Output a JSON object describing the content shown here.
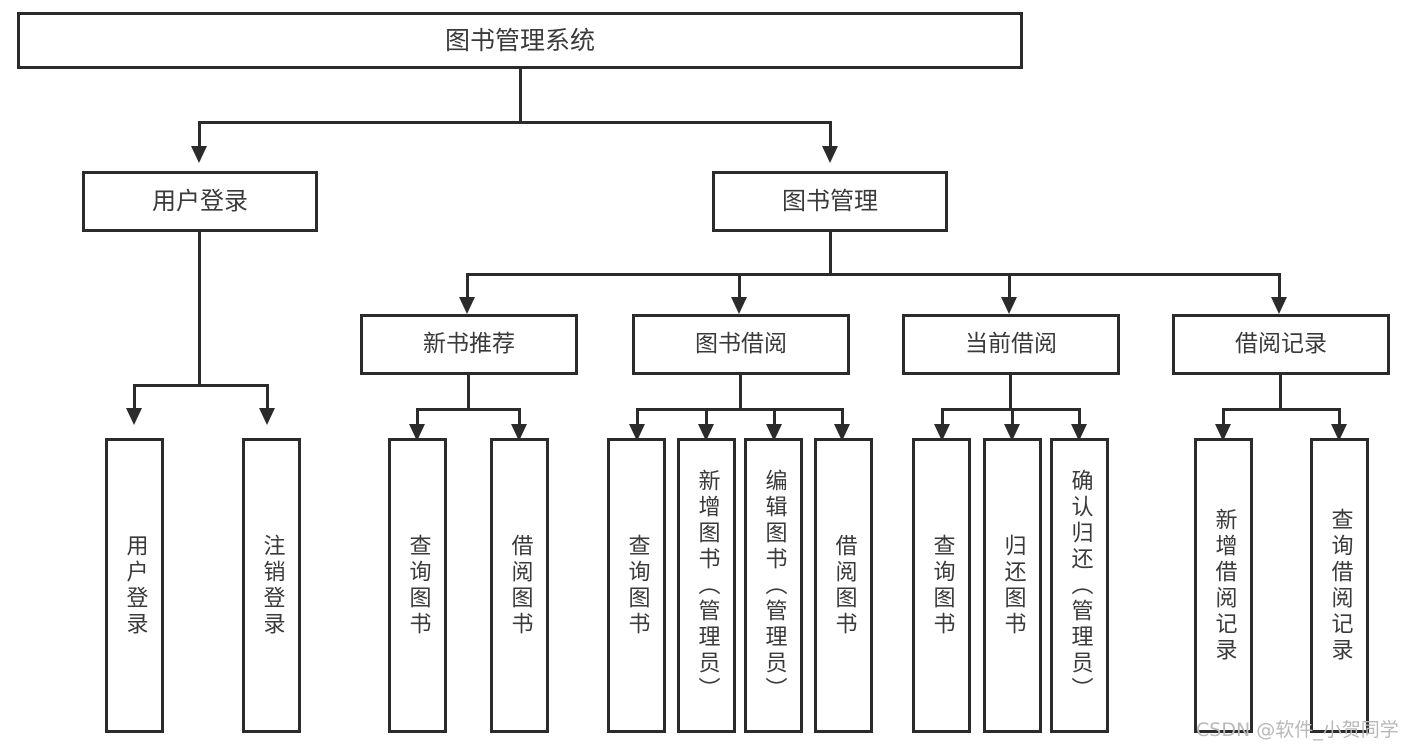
{
  "diagram": {
    "title": "图书管理系统",
    "watermark": "CSDN @软件_小贺同学",
    "colors": {
      "stroke": "#2b2b2b",
      "text": "#3a3a3a",
      "background": "#ffffff",
      "watermark": "#b9b9b9"
    },
    "root": {
      "label": "图书管理系统"
    },
    "level2": [
      {
        "label": "用户登录"
      },
      {
        "label": "图书管理"
      }
    ],
    "level3": [
      {
        "label": "新书推荐"
      },
      {
        "label": "图书借阅"
      },
      {
        "label": "当前借阅"
      },
      {
        "label": "借阅记录"
      }
    ],
    "leaves": {
      "user_login": [
        {
          "label": "用户登录"
        },
        {
          "label": "注销登录"
        }
      ],
      "new_book_recommend": [
        {
          "label": "查询图书"
        },
        {
          "label": "借阅图书"
        }
      ],
      "book_borrow": [
        {
          "label": "查询图书"
        },
        {
          "label": "新增图书（管理员）"
        },
        {
          "label": "编辑图书（管理员）"
        },
        {
          "label": "借阅图书"
        }
      ],
      "current_borrow": [
        {
          "label": "查询图书"
        },
        {
          "label": "归还图书"
        },
        {
          "label": "确认归还（管理员）"
        }
      ],
      "borrow_record": [
        {
          "label": "新增借阅记录"
        },
        {
          "label": "查询借阅记录"
        }
      ]
    }
  }
}
